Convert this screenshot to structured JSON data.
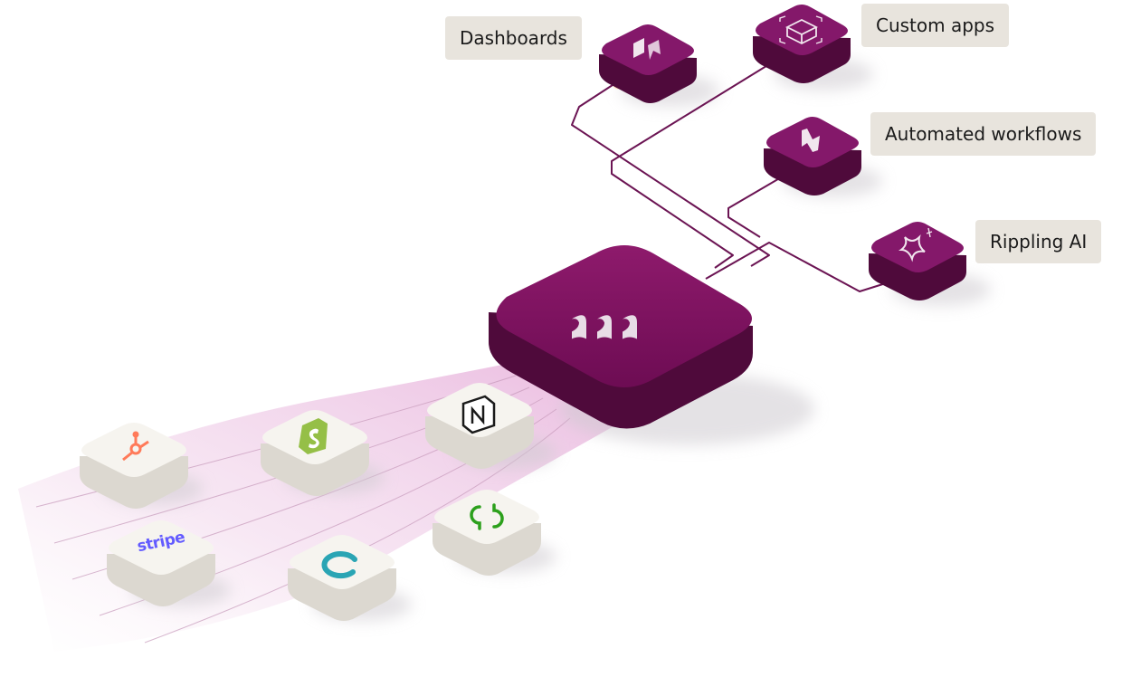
{
  "colors": {
    "brand": "#7a0e5c",
    "brand_light": "#9c2a78",
    "brand_dark": "#4f0a3b",
    "label_bg": "#e8e4dd",
    "tile_top": "#f6f4ef",
    "tile_side": "#dcd8d0",
    "connector": "#6b1453",
    "spark": "#ff9a2e",
    "beam": "#e9b8df",
    "hubspot": "#ff7a59",
    "shopify": "#95bf47",
    "stripe": "#635bff",
    "quickbooks": "#2ca01c",
    "coupa": "#2aa5b4",
    "notion": "#1a1a1a"
  },
  "outputs": {
    "dashboards": {
      "label": "Dashboards",
      "icon": "dashboard-chart-icon"
    },
    "custom_apps": {
      "label": "Custom apps",
      "icon": "cube-app-icon"
    },
    "automated_workflows": {
      "label": "Automated workflows",
      "icon": "lightning-bolt-icon"
    },
    "rippling_ai": {
      "label": "Rippling AI",
      "icon": "sparkle-ai-icon"
    }
  },
  "hub": {
    "icon": "rippling-logo-icon"
  },
  "integrations": {
    "hubspot": {
      "icon": "hubspot-icon"
    },
    "shopify": {
      "icon": "shopify-icon"
    },
    "notion": {
      "icon": "notion-icon"
    },
    "stripe": {
      "icon": "stripe-logo",
      "logo_text": "stripe"
    },
    "coupa": {
      "icon": "coupa-icon"
    },
    "quickbooks": {
      "icon": "quickbooks-icon"
    }
  }
}
